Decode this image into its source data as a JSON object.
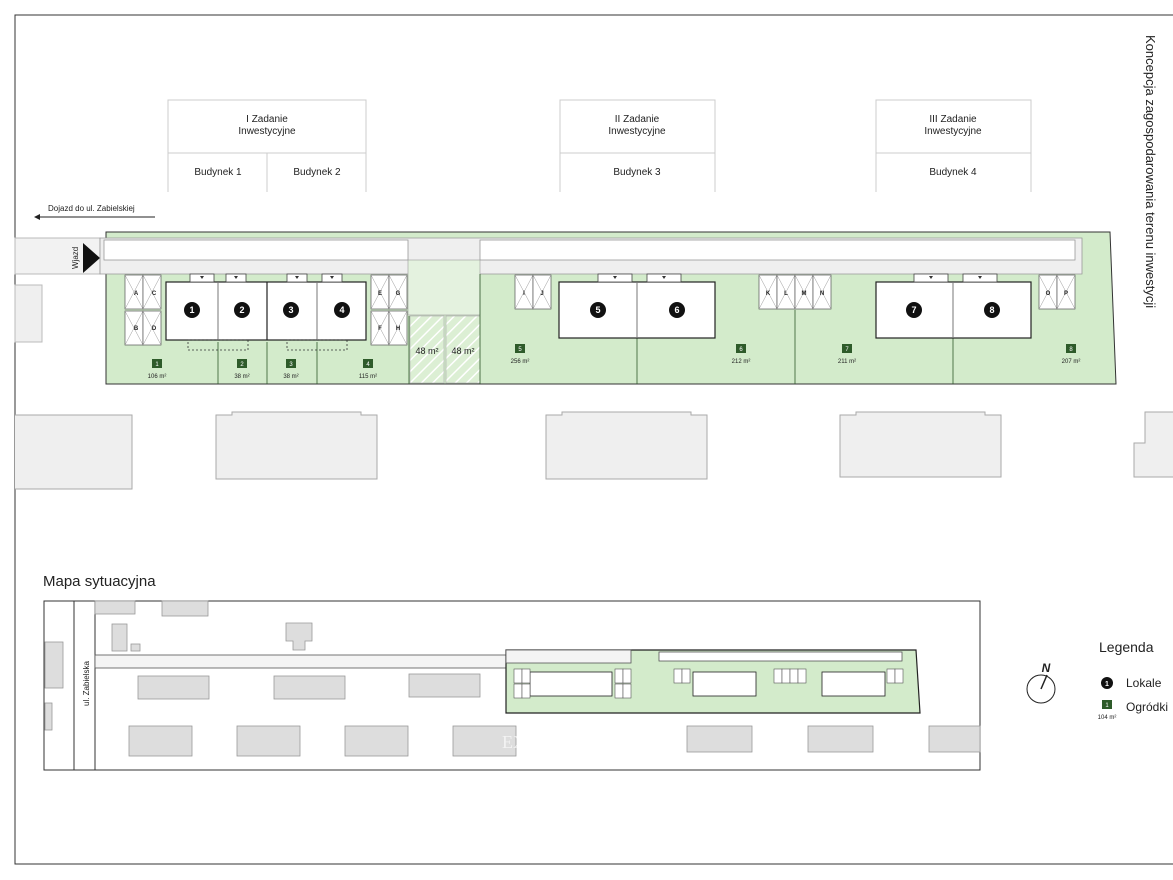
{
  "title": "Koncepcja zagospodarowania terenu inwestycji",
  "access_road_label": "Dojazd do ul. Zabielskiej",
  "entrance_label": "Wjazd",
  "phases": [
    {
      "title_line1": "I Zadanie",
      "title_line2": "Inwestycyjne",
      "buildings": [
        "Budynek 1",
        "Budynek 2"
      ]
    },
    {
      "title_line1": "II Zadanie",
      "title_line2": "Inwestycyjne",
      "buildings": [
        "Budynek 3"
      ]
    },
    {
      "title_line1": "III Zadanie",
      "title_line2": "Inwestycyjne",
      "buildings": [
        "Budynek 4"
      ]
    }
  ],
  "units": [
    "1",
    "2",
    "3",
    "4",
    "5",
    "6",
    "7",
    "8"
  ],
  "storage_letters": [
    "A",
    "B",
    "C",
    "D",
    "E",
    "F",
    "G",
    "H",
    "I",
    "J",
    "K",
    "L",
    "M",
    "N",
    "O",
    "P"
  ],
  "gardens": [
    {
      "number": "1",
      "area": "106 m²"
    },
    {
      "number": "2",
      "area": "38 m²"
    },
    {
      "number": "3",
      "area": "38 m²"
    },
    {
      "number": "4",
      "area": "115 m²"
    },
    {
      "number": "5",
      "area": "256 m²"
    },
    {
      "number": "6",
      "area": "212 m²"
    },
    {
      "number": "7",
      "area": "211 m²"
    },
    {
      "number": "8",
      "area": "207 m²"
    }
  ],
  "hatched_areas": [
    "48 m²",
    "48 m²"
  ],
  "situational_map": {
    "title": "Mapa sytuacyjna",
    "street_label": "ul. Zabielska",
    "north_label": "N"
  },
  "legend": {
    "title": "Legenda",
    "units_label": "Lokale",
    "units_sample": "1",
    "gardens_label": "Ogródki",
    "gardens_sample_number": "1",
    "gardens_sample_area": "104 m²"
  },
  "watermark": "EXPERT LOK",
  "colors": {
    "garden_green": "#cfe8c6",
    "garden_dark": "#2f5a2a",
    "badge_green": "#2e5b2a",
    "building_grey": "#efefef",
    "unit_black": "#111111"
  }
}
